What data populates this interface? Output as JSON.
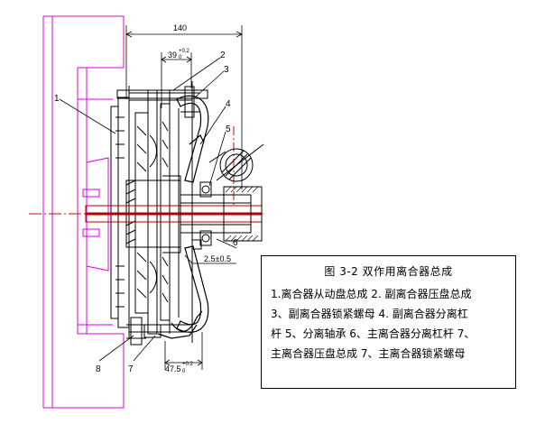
{
  "figure": {
    "dimensions": {
      "overall_width": "140",
      "top_offset": "39",
      "top_offset_tol_upper": "+0.2",
      "top_offset_tol_lower": "0",
      "bottom_offset": "47.5",
      "bottom_offset_tol_upper": "+0.2",
      "bottom_offset_tol_lower": "0",
      "gap": "2.5±0.5"
    },
    "callouts": [
      "1",
      "2",
      "3",
      "4",
      "5",
      "6",
      "7",
      "8"
    ],
    "colors": {
      "outline": "#000000",
      "housing": "#e000e0",
      "centerline": "#e00000",
      "shaft": "#b00000"
    }
  },
  "caption": {
    "title": "图 3-2     双作用离合器总成",
    "lines": [
      "1.离合器从动盘总成   2. 副离合器压盘总成",
      "3、副离合器锁紧螺母     4. 副离合器分离杠",
      "杆   5、分离轴承   6、主离合器分离杠杆   7、",
      "主离合器压盘总成   7、主离合器锁紧螺母"
    ]
  }
}
